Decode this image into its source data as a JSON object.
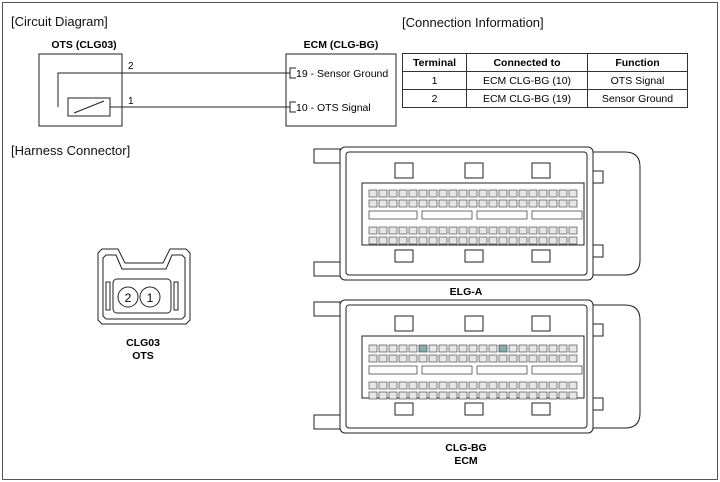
{
  "sections": {
    "circuit": "[Circuit Diagram]",
    "connection": "[Connection Information]",
    "harness": "[Harness Connector]"
  },
  "circuit": {
    "ots_title": "OTS (CLG03)",
    "ecm_title": "ECM (CLG-BG)",
    "wire2_label": "2",
    "wire1_label": "1",
    "ecm_pin19": "19 - Sensor Ground",
    "ecm_pin10": "10 - OTS Signal"
  },
  "table": {
    "headers": [
      "Terminal",
      "Connected to",
      "Function"
    ],
    "rows": [
      [
        "1",
        "ECM CLG-BG (10)",
        "OTS Signal"
      ],
      [
        "2",
        "ECM CLG-BG (19)",
        "Sensor Ground"
      ]
    ]
  },
  "connectors": {
    "ots_pin2": "2",
    "ots_pin1": "1",
    "ots_name": "CLG03",
    "ots_sub": "OTS",
    "elga_name": "ELG-A",
    "clgbg_name": "CLG-BG",
    "clgbg_sub": "ECM"
  },
  "colors": {
    "line": "#222222",
    "pin_fill": "#e6e6e6",
    "pin_highlight": "#7fb0b0"
  }
}
